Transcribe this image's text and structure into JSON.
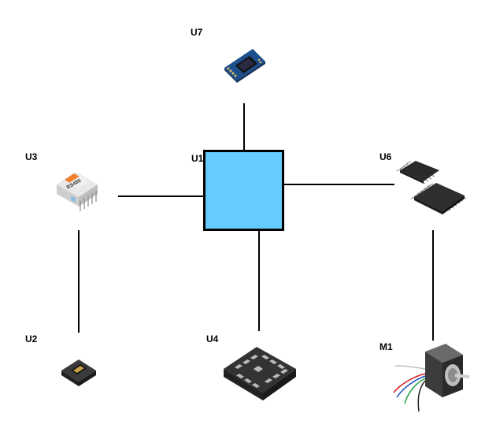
{
  "diagram": {
    "hub_color": "#66ccff",
    "components": [
      {
        "ref": "U1",
        "icon": "central-block",
        "color": "#66ccff"
      },
      {
        "ref": "U7",
        "icon": "tft-display-module-icon"
      },
      {
        "ref": "U3",
        "icon": "rs485-module-icon",
        "module_text": "RS485"
      },
      {
        "ref": "U6",
        "icon": "qfp-chip-icon"
      },
      {
        "ref": "U2",
        "icon": "sensor-module-icon"
      },
      {
        "ref": "U4",
        "icon": "qfn-chip-icon"
      },
      {
        "ref": "M1",
        "icon": "stepper-motor-icon"
      }
    ],
    "connections": [
      [
        "U1",
        "U7"
      ],
      [
        "U1",
        "U3"
      ],
      [
        "U1",
        "U6"
      ],
      [
        "U1",
        "U4"
      ],
      [
        "U3",
        "U2"
      ],
      [
        "U6",
        "M1"
      ]
    ]
  }
}
